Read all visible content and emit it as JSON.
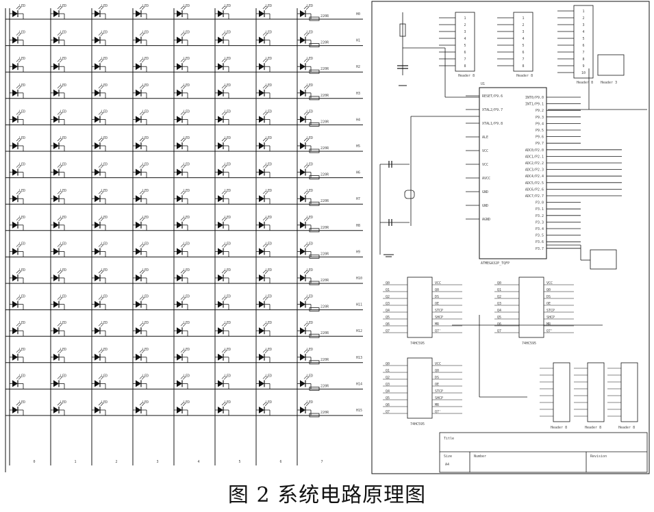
{
  "caption": "图 2   系统电路原理图",
  "labels": {
    "rows": [
      "H0",
      "H1",
      "H2",
      "H3",
      "H4",
      "H5",
      "H6",
      "H7",
      "H8",
      "H9",
      "H10",
      "H11",
      "H12",
      "H13",
      "H14",
      "H15"
    ],
    "mcu_pins_left": [
      "RESET/P9.6",
      "XTAL2/P9.7",
      "XTAL1/P9.8",
      "ALE",
      "VCC",
      "VCC",
      "AVCC",
      "GND",
      "GND",
      "AGND"
    ],
    "mcu_pins_right": [
      "INT0/P9.0",
      "INT1/P9.1",
      "P9.2",
      "P9.3",
      "P9.4",
      "P9.5",
      "P9.6",
      "P9.7",
      "ADC0/P2.0",
      "ADC1/P2.1",
      "ADC2/P2.2",
      "ADC3/P2.3",
      "ADC4/P2.4",
      "ADC5/P2.5",
      "ADC6/P2.6",
      "ADC7/P2.7",
      "P3.0",
      "P3.1",
      "P3.2",
      "P3.3",
      "P3.4",
      "P3.5",
      "P3.6",
      "P3.7"
    ],
    "mcu_name": "ATMEGA32P_TQFP",
    "mcu_ref": "U1",
    "shift_left": [
      "Q0",
      "Q1",
      "Q2",
      "Q3",
      "Q4",
      "Q5",
      "Q6",
      "Q7"
    ],
    "shift_right": [
      "VCC",
      "Q0",
      "DS",
      "OE",
      "STCP",
      "SHCP",
      "MR",
      "Q7'"
    ],
    "shift_name": "74HC595",
    "headers": [
      "Header 8",
      "Header 8",
      "Header 8",
      "Header 3",
      "Header 8",
      "Header 8",
      "Header 8"
    ],
    "title_block": [
      "Title",
      "Size",
      "A4",
      "Number",
      "Revision",
      "Date",
      "File"
    ]
  }
}
